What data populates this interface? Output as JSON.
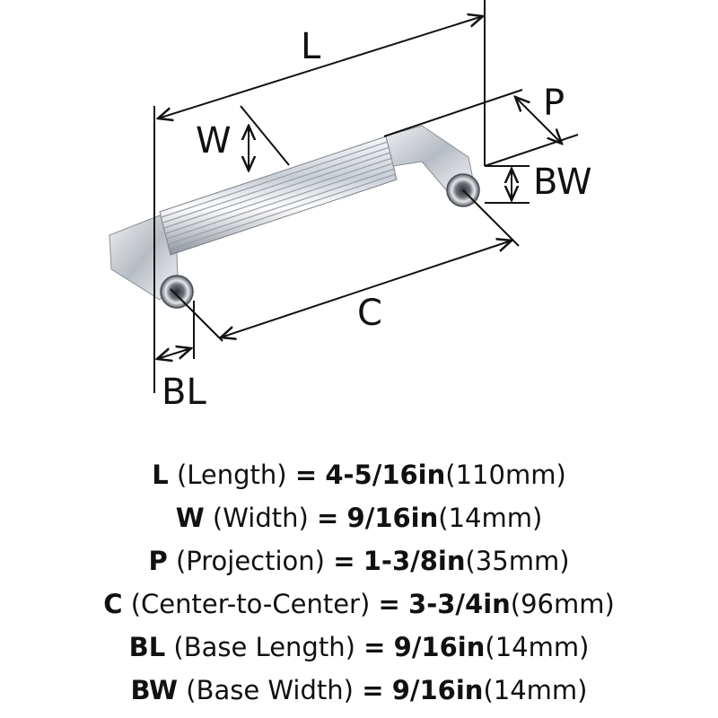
{
  "diagram": {
    "labels": {
      "L": "L",
      "W": "W",
      "P": "P",
      "BW": "BW",
      "C": "C",
      "BL": "BL"
    }
  },
  "specs": [
    {
      "abbr": "L",
      "name": "(Length)",
      "eq": "=",
      "imperial": "4-5/16in",
      "metric": "(110mm)"
    },
    {
      "abbr": "W",
      "name": "(Width)",
      "eq": "=",
      "imperial": "9/16in",
      "metric": "(14mm)"
    },
    {
      "abbr": "P",
      "name": "(Projection)",
      "eq": "=",
      "imperial": "1-3/8in",
      "metric": "(35mm)"
    },
    {
      "abbr": "C",
      "name": "(Center-to-Center)",
      "eq": "=",
      "imperial": "3-3/4in",
      "metric": "(96mm)"
    },
    {
      "abbr": "BL",
      "name": "(Base Length)",
      "eq": "=",
      "imperial": "9/16in",
      "metric": "(14mm)"
    },
    {
      "abbr": "BW",
      "name": "(Base Width)",
      "eq": "=",
      "imperial": "9/16in",
      "metric": "(14mm)"
    }
  ]
}
